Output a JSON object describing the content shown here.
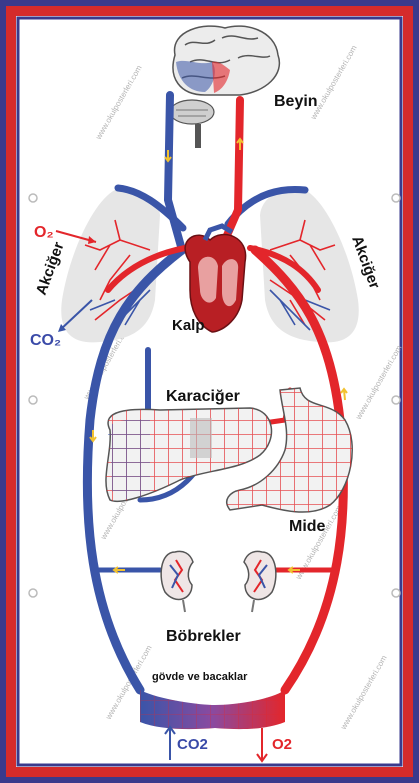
{
  "labels": {
    "brain": "Beyin",
    "lung_left": "Akciğer",
    "lung_right": "Akciğer",
    "heart": "Kalp",
    "liver": "Karaciğer",
    "stomach": "Mide",
    "kidneys": "Böbrekler",
    "body_legs": "gövde ve bacaklar"
  },
  "gases": {
    "o2_lungs": "O₂",
    "co2_lungs": "CO₂",
    "co2_bottom": "CO2",
    "o2_bottom": "O2"
  },
  "watermark": "www.okulposterleri.com",
  "colors": {
    "artery": "#e3262b",
    "vein": "#3a55a8",
    "frame_blue": "#3a3a8c",
    "frame_red": "#d52b2b",
    "arrow": "#f2c230",
    "organ": "#e6e6e6"
  }
}
